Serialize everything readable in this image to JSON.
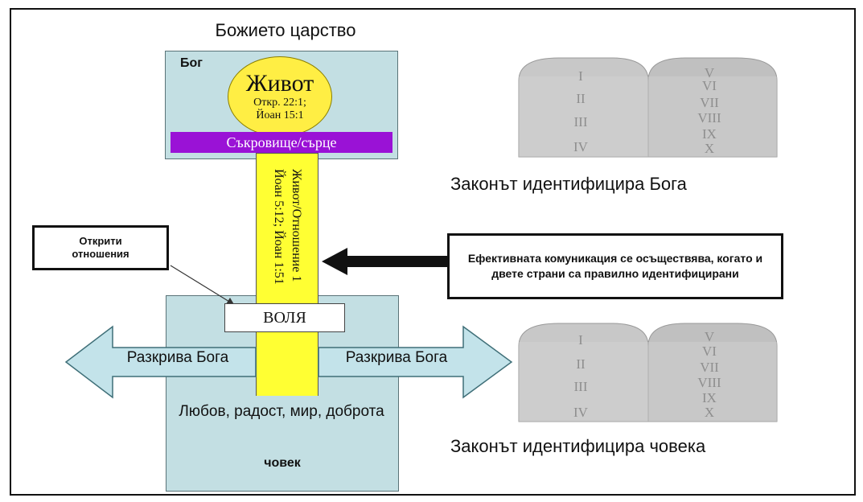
{
  "diagram": {
    "title": "Божието царство",
    "god_box": {
      "label": "Бог",
      "life_circle": {
        "title": "Живот",
        "ref1": "Откр. 22:1;",
        "ref2": "Йоан 15:1"
      },
      "treasure_bar": "Съкровище/сърце"
    },
    "pillar_text": "Живот/Отношение 1 Йоан 5:12; Йоан 1:51",
    "will_box": "ВОЛЯ",
    "reveals_left": "Разкрива Бога",
    "reveals_right": "Разкрива Бога",
    "fruits": "Любов, радост, мир, доброта",
    "man_label": "човек",
    "open_relations": {
      "line1": "Открити",
      "line2": "отношения"
    },
    "communication_note": "Ефективната комуникация се осъществява, когато и двете страни са правилно идентифицирани",
    "tablets": [
      {
        "left_numerals": [
          "I",
          "II",
          "III",
          "IV"
        ],
        "right_numerals": [
          "V",
          "VI",
          "VII",
          "VIII",
          "IX",
          "X"
        ],
        "caption": "Законът идентифицира Бога"
      },
      {
        "left_numerals": [
          "I",
          "II",
          "III",
          "IV"
        ],
        "right_numerals": [
          "V",
          "VI",
          "VII",
          "VIII",
          "IX",
          "X"
        ],
        "caption": "Законът идентифицира човека"
      }
    ],
    "colors": {
      "box_fill": "#c3dfe3",
      "pillar_fill": "#ffff33",
      "circle_fill": "#ffee44",
      "treasure_fill": "#9a12d6",
      "arrow_fill": "#c3e3ea",
      "tablet_fill": "#c8c8c8"
    }
  }
}
